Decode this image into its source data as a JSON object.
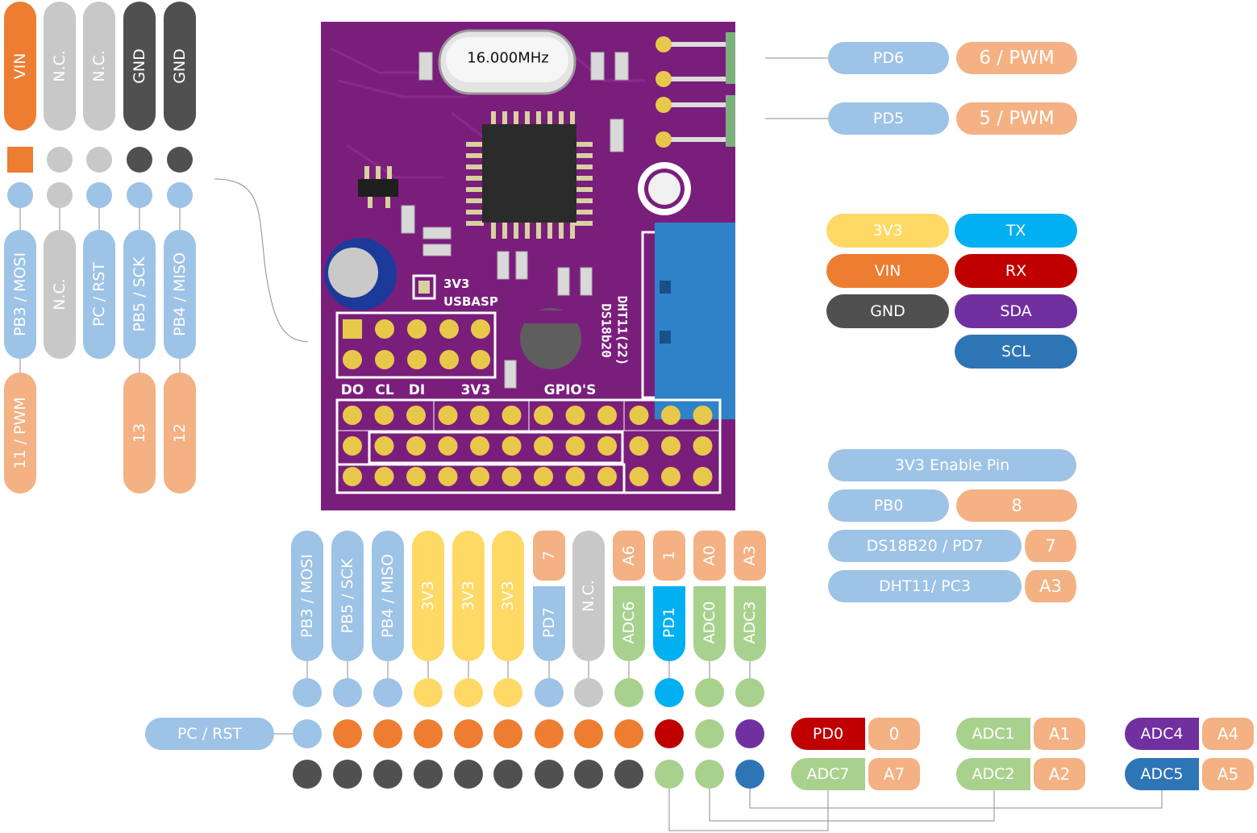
{
  "colors": {
    "orange": "#ED7D31",
    "lightgray": "#C8C8C8",
    "darkgray": "#505050",
    "blue": "#9DC3E6",
    "peach": "#F4B183",
    "yellow": "#FFD966",
    "cyan": "#00B0F0",
    "red": "#C00000",
    "purple": "#7030A0",
    "darkblue": "#2E75B6",
    "green": "#A9D18E",
    "pcb": "#7A1E7C",
    "gold": "#E8C84A"
  },
  "board": {
    "crystal": "16.000MHz",
    "jumper_label_1": "3V3",
    "jumper_label_2": "USBASP",
    "isp_labels": [
      "DO",
      "CL",
      "DI",
      "3V3",
      "GPIO'S"
    ],
    "sensor_label_1": "DHT11(22)",
    "sensor_label_2": "DS18b20"
  },
  "top_left_header": [
    {
      "pin_label": "VIN",
      "pin_color": "orange",
      "pin_shape": "square",
      "mid_color": "blue",
      "pad_color": "orange",
      "signal": "PB3 / MOSI",
      "signal_color": "blue",
      "arduino": "11 / PWM"
    },
    {
      "pin_label": "N.C.",
      "pin_color": "lightgray",
      "pin_shape": "circle",
      "mid_color": "lightgray",
      "pad_color": "lightgray",
      "signal": "N.C.",
      "signal_color": "lightgray",
      "arduino": ""
    },
    {
      "pin_label": "N.C.",
      "pin_color": "lightgray",
      "pin_shape": "circle",
      "mid_color": "blue",
      "pad_color": "lightgray",
      "signal": "PC / RST",
      "signal_color": "blue",
      "arduino": ""
    },
    {
      "pin_label": "GND",
      "pin_color": "darkgray",
      "pin_shape": "circle",
      "mid_color": "blue",
      "pad_color": "darkgray",
      "signal": "PB5 / SCK",
      "signal_color": "blue",
      "arduino": "13"
    },
    {
      "pin_label": "GND",
      "pin_color": "darkgray",
      "pin_shape": "circle",
      "mid_color": "blue",
      "pad_color": "darkgray",
      "signal": "PB4 / MISO",
      "signal_color": "blue",
      "arduino": "12"
    }
  ],
  "right_pwm": [
    {
      "signal": "PD6",
      "arduino": "6 / PWM"
    },
    {
      "signal": "PD5",
      "arduino": "5 / PWM"
    }
  ],
  "legend": [
    {
      "label": "3V3",
      "color": "yellow",
      "text_color": "#ffffff"
    },
    {
      "label": "TX",
      "color": "cyan",
      "text_color": "#ffffff"
    },
    {
      "label": "VIN",
      "color": "orange",
      "text_color": "#ffffff"
    },
    {
      "label": "RX",
      "color": "red",
      "text_color": "#ffffff"
    },
    {
      "label": "GND",
      "color": "darkgray",
      "text_color": "#ffffff"
    },
    {
      "label": "SDA",
      "color": "purple",
      "text_color": "#ffffff"
    },
    {
      "label": "SCL",
      "color": "darkblue",
      "text_color": "#ffffff"
    }
  ],
  "extra": {
    "enable_label": "3V3 Enable Pin",
    "rows": [
      {
        "signal": "PB0",
        "arduino": "8"
      },
      {
        "signal": "DS18B20 / PD7",
        "arduino": "7"
      },
      {
        "signal": "DHT11/  PC3",
        "arduino": "A3"
      }
    ]
  },
  "bottom_header": {
    "columns": [
      {
        "signal": "PB3 / MOSI",
        "color": "blue",
        "arduino": ""
      },
      {
        "signal": "PB5 / SCK",
        "color": "blue",
        "arduino": ""
      },
      {
        "signal": "PB4 / MISO",
        "color": "blue",
        "arduino": ""
      },
      {
        "signal": "3V3",
        "color": "yellow",
        "arduino": ""
      },
      {
        "signal": "3V3",
        "color": "yellow",
        "arduino": ""
      },
      {
        "signal": "3V3",
        "color": "yellow",
        "arduino": ""
      },
      {
        "signal": "PD7",
        "color": "blue",
        "arduino": "7"
      },
      {
        "signal": "N.C.",
        "color": "lightgray",
        "arduino": ""
      },
      {
        "signal": "ADC6",
        "color": "green",
        "arduino": "A6"
      },
      {
        "signal": "PD1",
        "color": "cyan",
        "arduino": "1"
      },
      {
        "signal": "ADC0",
        "color": "green",
        "arduino": "A0"
      },
      {
        "signal": "ADC3",
        "color": "green",
        "arduino": "A3"
      }
    ],
    "row2": [
      "blue",
      "orange",
      "orange",
      "orange",
      "orange",
      "orange",
      "orange",
      "orange",
      "orange",
      "red",
      "green",
      "purple"
    ],
    "row3": [
      "darkgray",
      "darkgray",
      "darkgray",
      "darkgray",
      "darkgray",
      "darkgray",
      "darkgray",
      "darkgray",
      "darkgray",
      "green",
      "green",
      "darkblue"
    ],
    "rst_label": "PC / RST"
  },
  "analog_labels": [
    {
      "signal": "PD0",
      "color": "red",
      "arduino": "0"
    },
    {
      "signal": "ADC7",
      "color": "green",
      "arduino": "A7"
    },
    {
      "signal": "ADC1",
      "color": "green",
      "arduino": "A1"
    },
    {
      "signal": "ADC2",
      "color": "green",
      "arduino": "A2"
    },
    {
      "signal": "ADC4",
      "color": "purple",
      "arduino": "A4"
    },
    {
      "signal": "ADC5",
      "color": "darkblue",
      "arduino": "A5"
    }
  ]
}
